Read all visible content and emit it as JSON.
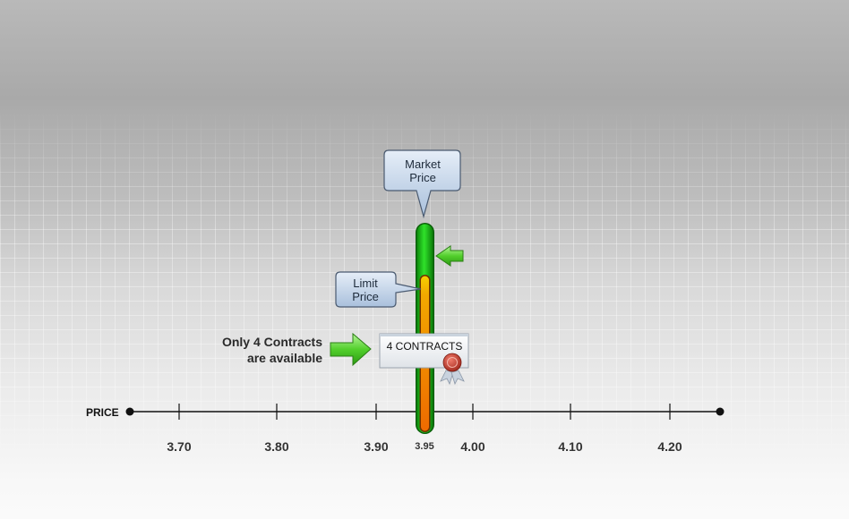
{
  "axis": {
    "label": "PRICE",
    "ticks": [
      "3.70",
      "3.80",
      "3.90",
      "4.00",
      "4.10",
      "4.20"
    ],
    "marker_label": "3.95"
  },
  "callouts": {
    "market_price": [
      "Market",
      "Price"
    ],
    "limit_price": [
      "Limit",
      "Price"
    ]
  },
  "note": {
    "line1": "Only 4 Contracts",
    "line2": "are available"
  },
  "badge": {
    "label": "4 CONTRACTS"
  },
  "colors": {
    "market_bar": "#22c21e",
    "limit_bar": "#f07a00",
    "limit_top": "#f4c400",
    "arrow": "#5fd33c",
    "callout": "#b8cce4",
    "seal": "#c0392b"
  }
}
